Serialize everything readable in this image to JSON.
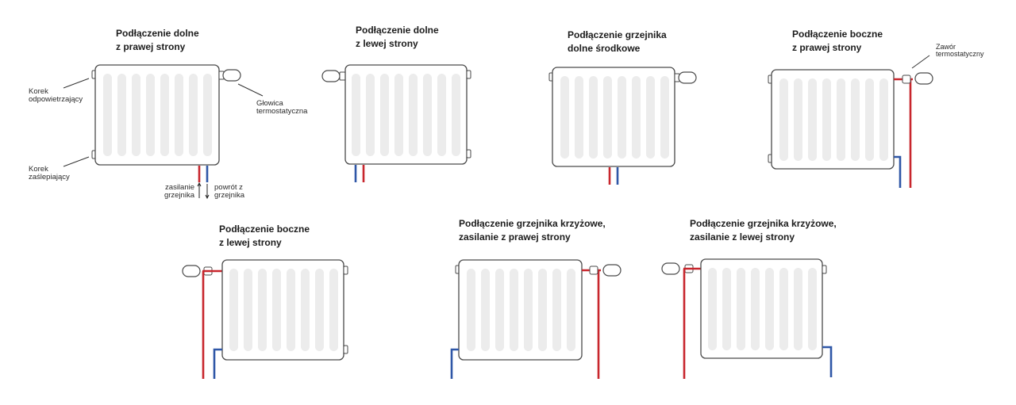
{
  "colors": {
    "supply_pipe": "#c8262d",
    "return_pipe": "#2f57a7",
    "radiator_outline": "#4a4a4a",
    "radiator_fin": "#ececec",
    "background": "#ffffff"
  },
  "diagrams": [
    {
      "id": "bottom-right",
      "title_line1": "Podłączenie dolne",
      "title_line2": "z prawej strony",
      "labels": {
        "bleed_plug_line1": "Korek",
        "bleed_plug_line2": "odpowietrzający",
        "blind_plug_line1": "Korek",
        "blind_plug_line2": "zaślepiający",
        "thermostatic_head_line1": "Głowica",
        "thermostatic_head_line2": "termostatyczna",
        "supply_line1": "zasilanie",
        "supply_line2": "grzejnika",
        "return_line1": "powrót z",
        "return_line2": "grzejnika"
      }
    },
    {
      "id": "bottom-left",
      "title_line1": "Podłączenie dolne",
      "title_line2": "z lewej strony"
    },
    {
      "id": "bottom-center",
      "title_line1": "Podłączenie grzejnika",
      "title_line2": "dolne środkowe"
    },
    {
      "id": "side-right",
      "title_line1": "Podłączenie boczne",
      "title_line2": "z prawej strony",
      "labels": {
        "thermostatic_valve_line1": "Zawór",
        "thermostatic_valve_line2": "termostatyczny"
      }
    },
    {
      "id": "side-left",
      "title_line1": "Podłączenie boczne",
      "title_line2": "z lewej strony"
    },
    {
      "id": "cross-right",
      "title_line1": "Podłączenie grzejnika krzyżowe,",
      "title_line2": "zasilanie z prawej strony"
    },
    {
      "id": "cross-left",
      "title_line1": "Podłączenie grzejnika krzyżowe,",
      "title_line2": "zasilanie z lewej strony"
    }
  ]
}
